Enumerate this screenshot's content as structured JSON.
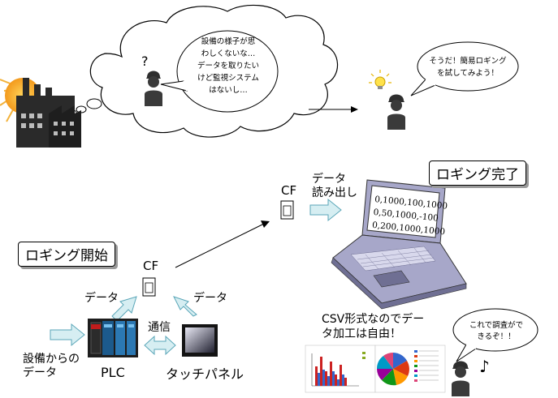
{
  "thought_bubble_left": [
    "設備の様子が思",
    "わしくないな…",
    "データを取りたい",
    "けど監視システム",
    "はないし…"
  ],
  "question_mark": "?",
  "speech_bubble_right": [
    "そうだ！簡易ロギング",
    "を試してみよう！"
  ],
  "logging_start_label": "ロギング開始",
  "logging_done_label": "ロギング完了",
  "cf_label_left": "CF",
  "cf_label_right": "CF",
  "data_read_label": [
    "データ",
    "読み出し"
  ],
  "data_label_plc": "データ",
  "data_label_panel": "データ",
  "comm_label": "通信",
  "equipment_data_label": [
    "設備からの",
    "データ"
  ],
  "plc_label": "PLC",
  "touch_panel_label": "タッチパネル",
  "laptop_screen_lines": [
    "0,1000,100,1000",
    "0,50,1000,-100",
    "0,200,1000,1000"
  ],
  "csv_note": [
    "CSV形式なのでデー",
    "タ加工は自由！"
  ],
  "speech_bubble_bottom": [
    "これで調査がで",
    "きるぞ！！"
  ],
  "music_note": "♪",
  "colors": {
    "arrow_fill": "#d6eef2",
    "arrow_stroke": "#5aa6b8",
    "laptop_body": "#a7a7c9",
    "laptop_dark": "#6f6f93",
    "plc_blue": "#1c5a8c",
    "factory_dark": "#2a2a2a",
    "sun_orange": "#f39a1d"
  },
  "icons": [
    "factory-icon",
    "worker-icon",
    "lightbulb-icon",
    "cf-card-icon",
    "plc-icon",
    "touch-panel-icon",
    "laptop-icon",
    "bar-chart-icon",
    "pie-chart-icon"
  ]
}
